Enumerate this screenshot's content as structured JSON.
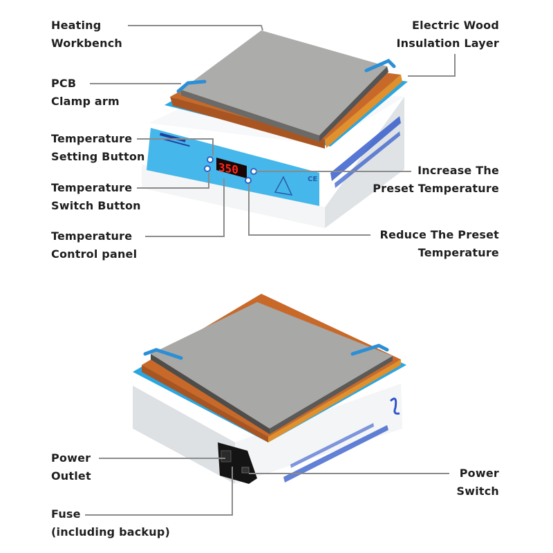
{
  "diagram": {
    "top_device": {
      "display_value": "350",
      "callouts": [
        {
          "id": "heating-workbench",
          "lines": [
            "Heating",
            "Workbench"
          ]
        },
        {
          "id": "pcb-clamp-arm",
          "lines": [
            "PCB",
            "Clamp arm"
          ]
        },
        {
          "id": "temperature-setting-button",
          "lines": [
            "Temperature",
            "Setting Button"
          ]
        },
        {
          "id": "temperature-switch-button",
          "lines": [
            "Temperature",
            "Switch Button"
          ]
        },
        {
          "id": "temperature-control-panel",
          "lines": [
            "Temperature",
            "Control panel"
          ]
        },
        {
          "id": "electric-wood-insulation-layer",
          "lines": [
            "Electric Wood",
            "Insulation Layer"
          ]
        },
        {
          "id": "increase-preset-temperature",
          "lines": [
            "Increase The",
            "Preset Temperature"
          ]
        },
        {
          "id": "reduce-preset-temperature",
          "lines": [
            "Reduce The Preset",
            "Temperature"
          ]
        }
      ]
    },
    "bottom_device": {
      "callouts": [
        {
          "id": "power-outlet",
          "lines": [
            "Power",
            "Outlet"
          ]
        },
        {
          "id": "fuse",
          "lines": [
            "Fuse",
            "(including backup)"
          ]
        },
        {
          "id": "power-switch",
          "lines": [
            "Power",
            "Switch"
          ]
        }
      ]
    },
    "colors": {
      "plate": "#a9a9a7",
      "wood": "#c8692a",
      "blue_accent": "#2aa6e0",
      "panel": "#45b7ea",
      "body": "#eef0f2",
      "led": "#ff2a1a",
      "leader_line": "#8a8a8a",
      "text": "#1e1e1e"
    }
  }
}
